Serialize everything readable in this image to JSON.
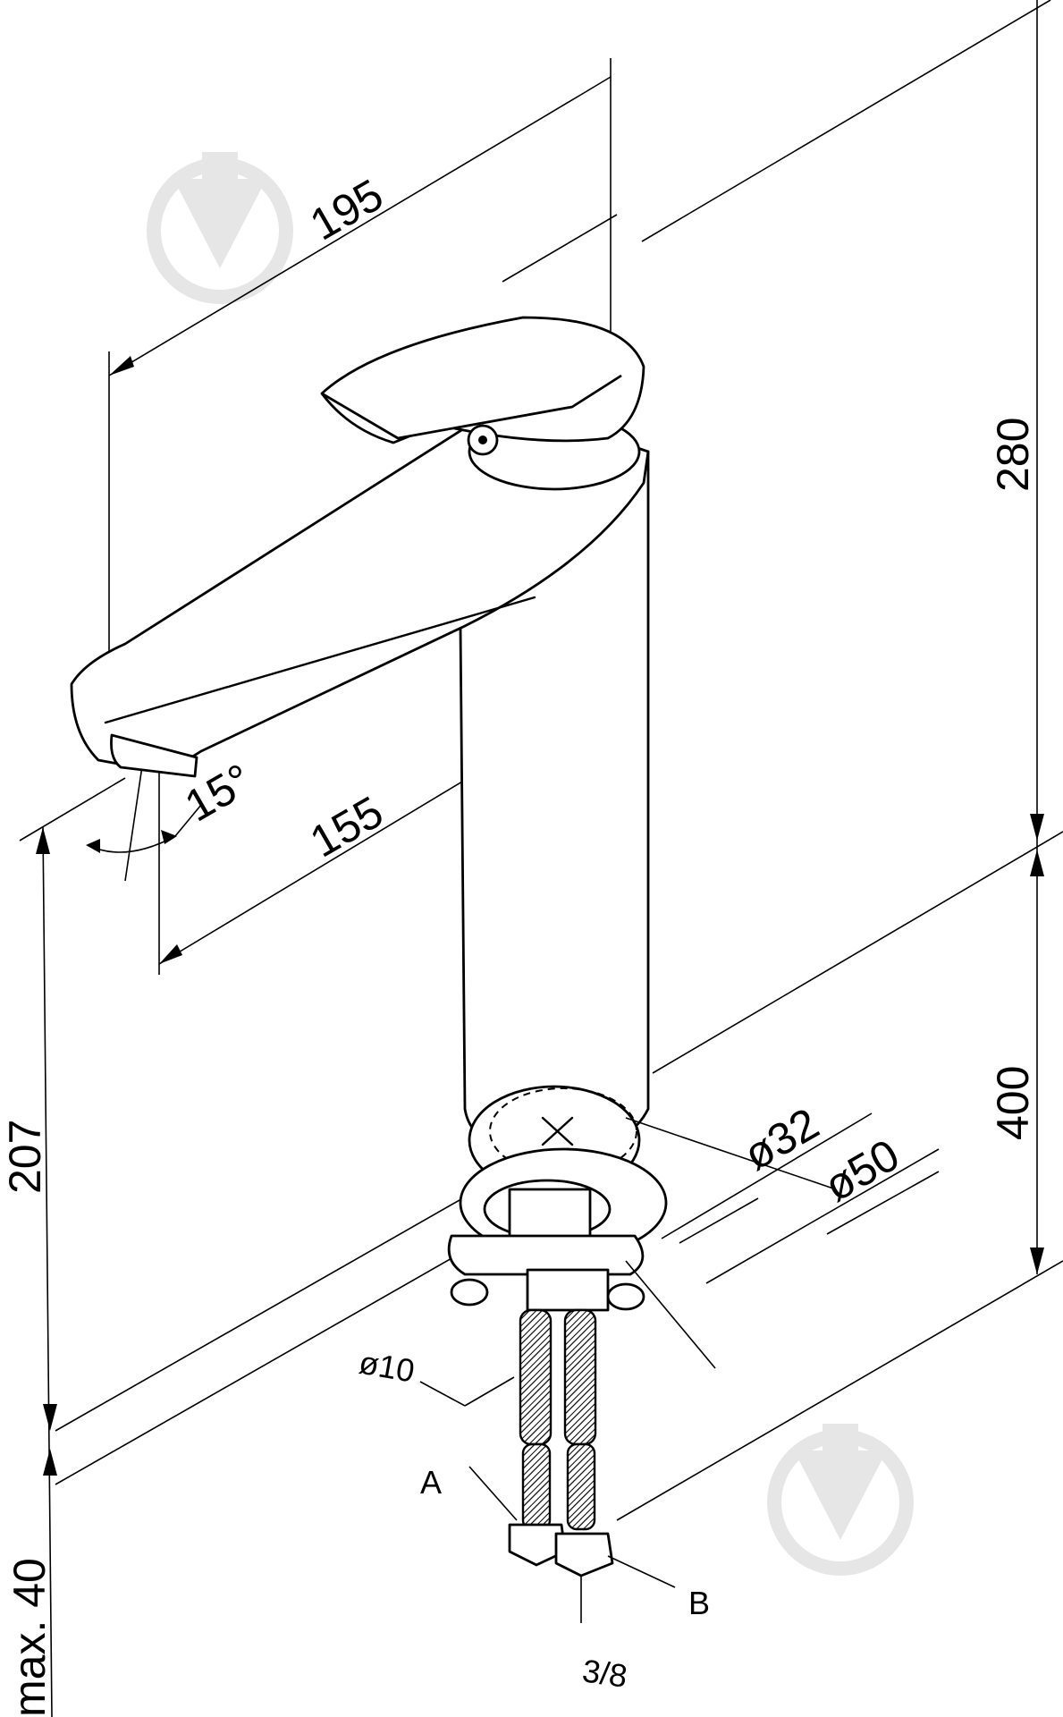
{
  "dimensions": {
    "spout_reach": "195",
    "spout_length": "155",
    "angle": "15°",
    "total_height": "280",
    "hose_length": "400",
    "spout_height": "207",
    "max_thickness": "max. 40",
    "base_diameter": "ø32",
    "flange_diameter": "ø50",
    "hose_diameter": "ø10",
    "thread": "3/8"
  },
  "labels": {
    "hose_a": "A",
    "hose_b": "B"
  },
  "icons": {
    "watermark": "faucet-drop-logo-icon"
  },
  "colors": {
    "line": "#000000",
    "watermark": "#e6e6e6",
    "background": "#ffffff"
  }
}
